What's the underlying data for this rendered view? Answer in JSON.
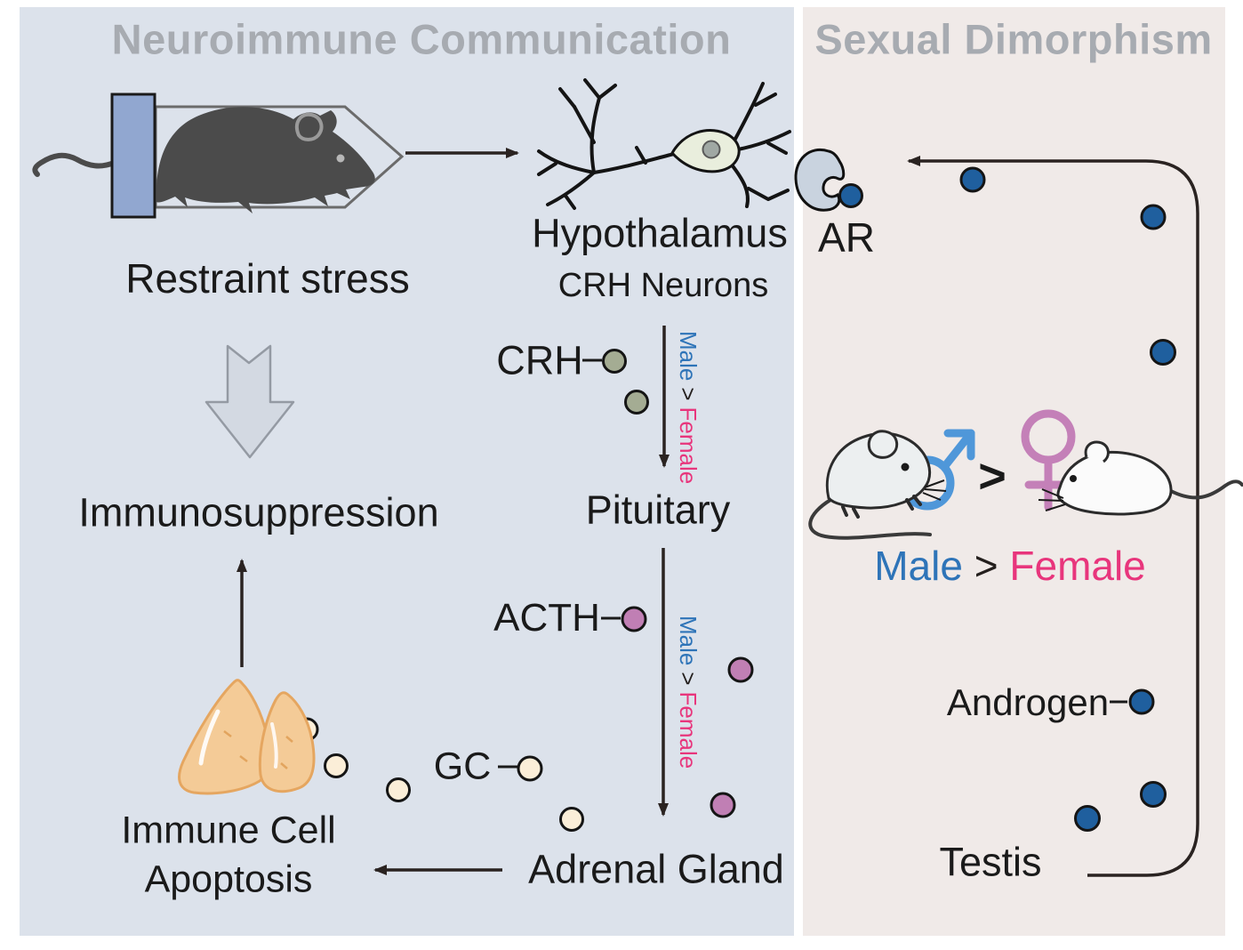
{
  "left_panel": {
    "title": "Neuroimmune Communication",
    "restraint_label": "Restraint stress",
    "hypothalamus_label": "Hypothalamus",
    "crh_neurons_label": "CRH Neurons",
    "crh_label": "CRH",
    "pituitary_label": "Pituitary",
    "acth_label": "ACTH",
    "gc_label": "GC",
    "immunosuppression_label": "Immunosuppression",
    "immune_cell_line1": "Immune Cell",
    "immune_cell_line2": "Apoptosis",
    "adrenal_label": "Adrenal Gland"
  },
  "right_panel": {
    "title": "Sexual Dimorphism",
    "ar_label": "AR",
    "androgen_label": "Androgen",
    "testis_label": "Testis"
  },
  "comparison": {
    "male": "Male",
    "gt": ">",
    "female": "Female"
  },
  "colors": {
    "left_panel_bg": "#dce2eb",
    "right_panel_bg": "#f0eae8",
    "title_gray": "#a7abb1",
    "male_text_blue": "#2e74b8",
    "female_text_pink": "#e8357c",
    "male_symbol_blue": "#4f97d9",
    "female_symbol_purple": "#c480b8",
    "crh_dot_olive": "#a4ac93",
    "acth_dot_mauve": "#c07fb4",
    "gc_dot_cream": "#fbeed8",
    "androgen_dot_blue": "#1f5f9e",
    "thymus_fill": "#f4cb97",
    "restraint_plug_blue": "#91a7d0",
    "mouse_silhouette_gray": "#4b4b4b",
    "ar_receptor_fill": "#c9d3df",
    "arrow_dark": "#2a2321",
    "block_arrow_fill": "#d3d9e2"
  }
}
